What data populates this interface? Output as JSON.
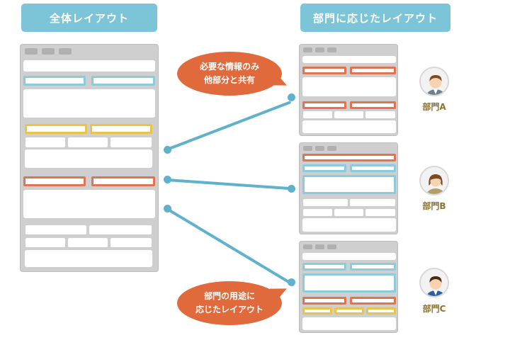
{
  "headers": {
    "overall": "全体レイアウト",
    "department": "部門に応じたレイアウト"
  },
  "bubbles": {
    "top": [
      "必要な情報のみ",
      "他部分と共有"
    ],
    "bottom": [
      "部門の用途に",
      "応じたレイアウト"
    ]
  },
  "departments": [
    {
      "label": "部門A",
      "avatar": "male-avatar-icon"
    },
    {
      "label": "部門B",
      "avatar": "female-avatar-icon"
    },
    {
      "label": "部門C",
      "avatar": "male-suit-avatar-icon"
    }
  ],
  "colors": {
    "header_bg": "#7cc4d7",
    "connector": "#5fb1cc",
    "bubble": "#e06a3c",
    "blue_section": "#8ccbdc",
    "red_section": "#de7452",
    "yellow_section": "#eac34b",
    "dept_label": "#8b7230"
  }
}
